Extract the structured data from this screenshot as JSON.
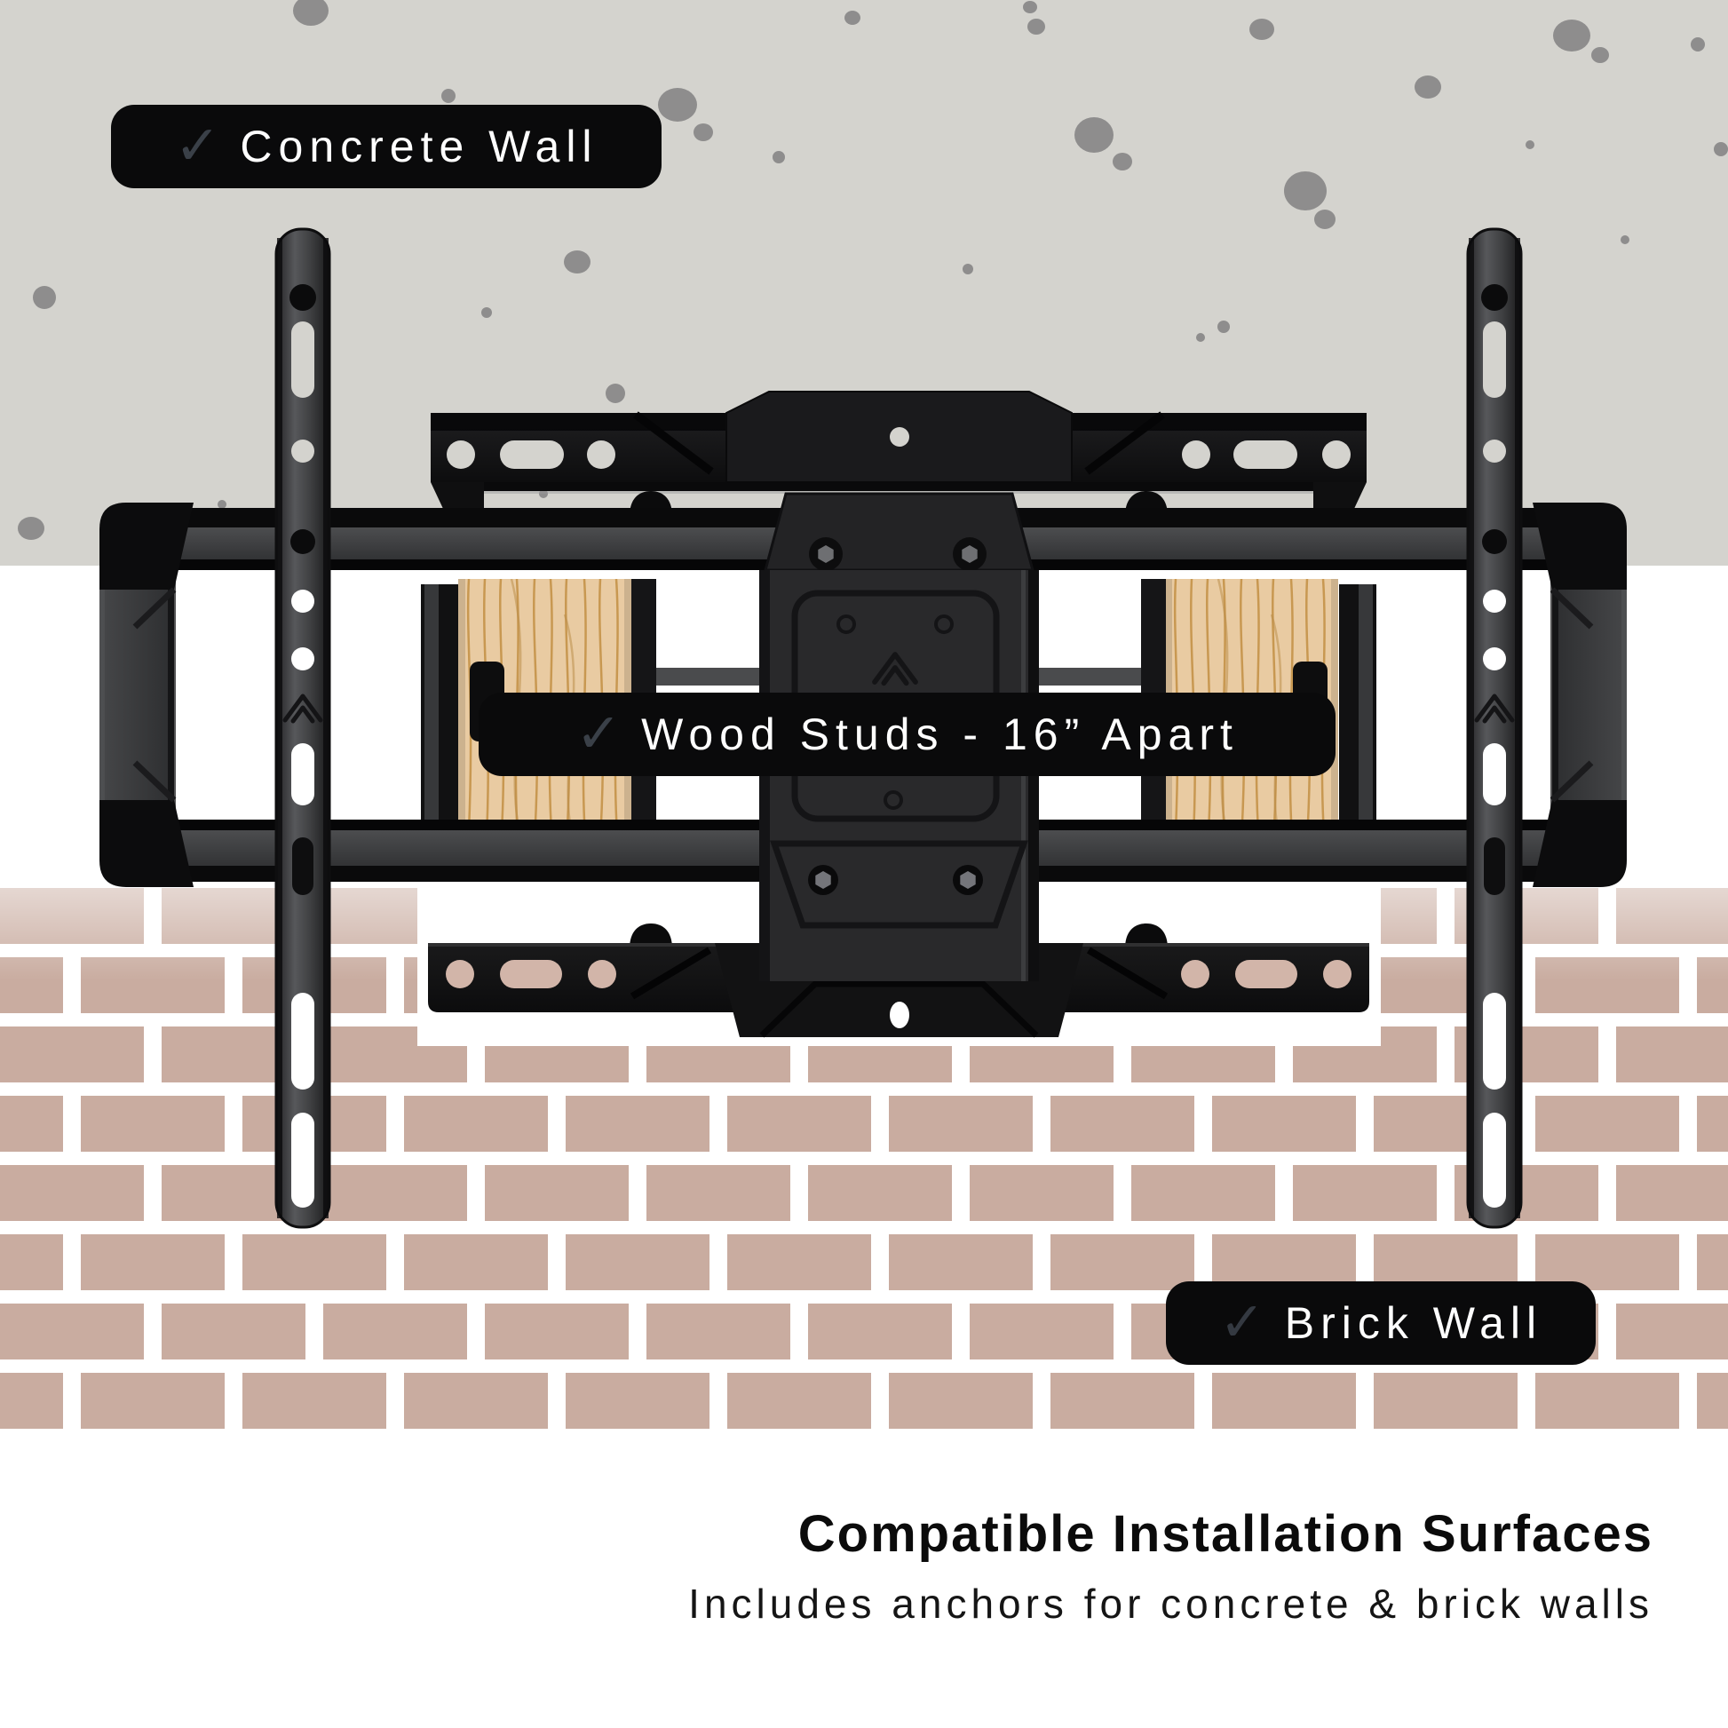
{
  "meta": {
    "description": "Infographic of an articulating TV wall mount showing compatible installation surfaces",
    "object": "full-motion TV wall mount",
    "surfaces": [
      "concrete wall",
      "wood studs 16 inches apart",
      "brick wall"
    ]
  },
  "callouts": [
    {
      "id": "concrete",
      "icon": "check-icon",
      "check": "✓",
      "text": "Concrete Wall"
    },
    {
      "id": "wood-studs",
      "icon": "check-icon",
      "check": "✓",
      "text": "Wood Studs - 16” Apart"
    },
    {
      "id": "brick",
      "icon": "check-icon",
      "check": "✓",
      "text": "Brick Wall"
    }
  ],
  "caption": {
    "title": "Compatible Installation Surfaces",
    "subtitle": "Includes anchors for concrete & brick walls"
  },
  "colors": {
    "concrete": "#d4d3ce",
    "concrete_speckle": "#8e8d8d",
    "drywall": "#ffffff",
    "brick": "#c9aca0",
    "mortar": "#ffffff",
    "wood_stud": "#e9cba2",
    "wood_grain": "#c08c3e",
    "mount_black": "#0c0c0d",
    "mount_gray": "#3f4042",
    "label_background": "#0a0a0b",
    "label_text": "#ffffff",
    "checkmark": "#3a4048",
    "caption_text": "#0b0b0b"
  }
}
